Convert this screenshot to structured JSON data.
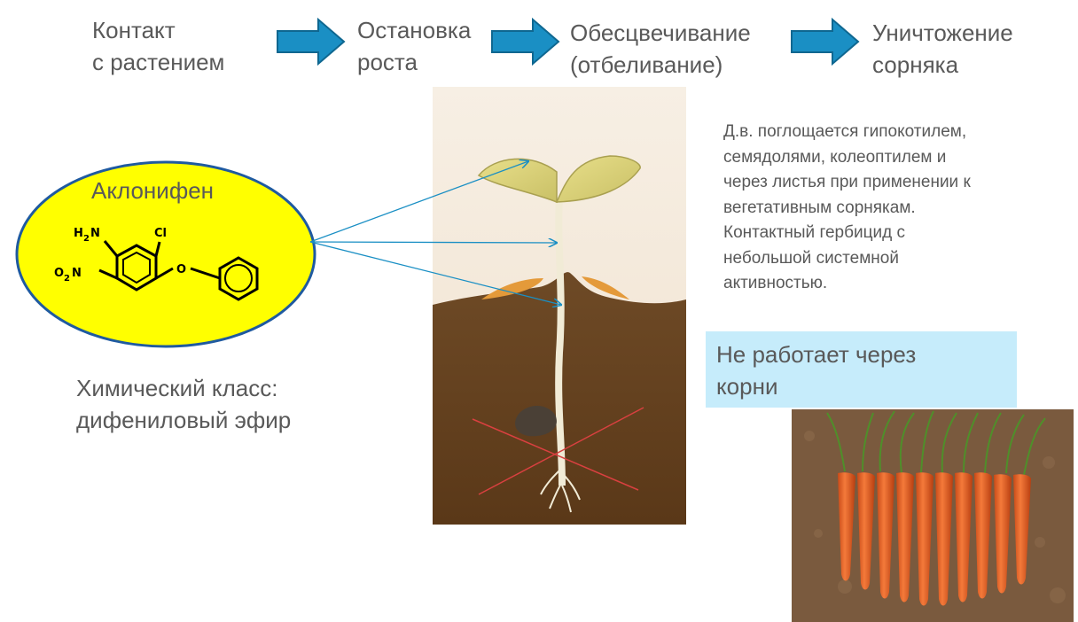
{
  "process": {
    "steps": [
      {
        "line1": "Контакт",
        "line2": "с растением"
      },
      {
        "line1": "Остановка",
        "line2": "роста"
      },
      {
        "line1": "Обесцвечивание",
        "line2": "(отбеливание)"
      },
      {
        "line1": "Уничтожение",
        "line2": "сорняка"
      }
    ],
    "arrow_color": "#1a8fc4"
  },
  "compound": {
    "name": "Аклонифен",
    "labels": {
      "amine": "H",
      "amine_sub": "2",
      "amine_n": "N",
      "chloro": "Cl",
      "nitro": "O",
      "nitro_sub": "2",
      "nitro_n": "N",
      "ether_o": "O"
    },
    "fill_color": "#ffff00"
  },
  "chemical_class": {
    "line1": "Химический класс:",
    "line2": "дифениловый эфир"
  },
  "description": {
    "lines": [
      "Д.в. поглощается гипокотилем,",
      "семядолями, колеоптилем и",
      "через листья при применении к",
      "вегетативным сорнякам.",
      "Контактный гербицид с",
      "небольшой системной",
      "активностью."
    ]
  },
  "no_root": {
    "line1": "Не работает через",
    "line2": "корни",
    "bg_color": "#c6ecfb"
  }
}
